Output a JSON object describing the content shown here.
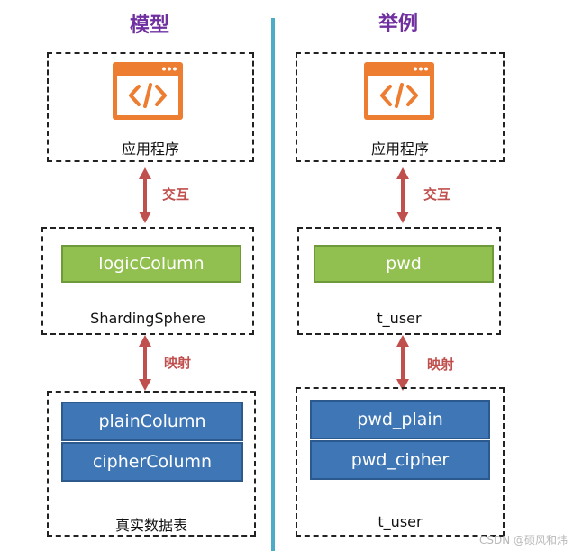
{
  "headings": {
    "left": "模型",
    "right": "举例"
  },
  "left": {
    "app_label": "应用程序",
    "relation_top": "交互",
    "logic_column": "logicColumn",
    "middleware_label": "ShardingSphere",
    "relation_bottom": "映射",
    "plain_column": "plainColumn",
    "cipher_column": "cipherColumn",
    "table_label": "真实数据表"
  },
  "right": {
    "app_label": "应用程序",
    "relation_top": "交互",
    "logic_column": "pwd",
    "middleware_label": "t_user",
    "relation_bottom": "映射",
    "plain_column": "pwd_plain",
    "cipher_column": "pwd_cipher",
    "table_label": "t_user"
  },
  "watermark": "CSDN @硕风和炜",
  "colors": {
    "heading": "#7030a0",
    "divider": "#4bacc6",
    "app_icon": "#ed7d31",
    "arrow": "#c0504d",
    "logic_box": "#92c050",
    "column_box": "#3f76b5"
  },
  "icons": [
    "code-window-icon",
    "double-arrow-icon"
  ]
}
